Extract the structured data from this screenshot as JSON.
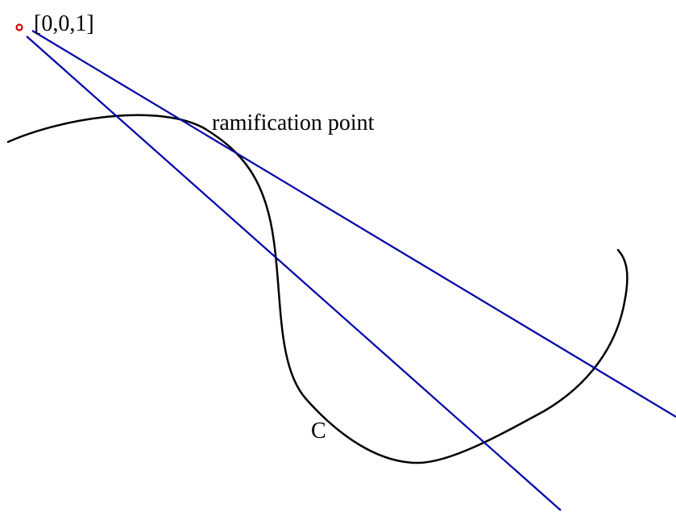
{
  "labels": {
    "point": "[0,0,1]",
    "ramification": "ramification point",
    "curve": "C"
  },
  "colors": {
    "curve": "#000000",
    "lines": "#0000aa",
    "point": "#dd0000",
    "text": "#000000"
  }
}
